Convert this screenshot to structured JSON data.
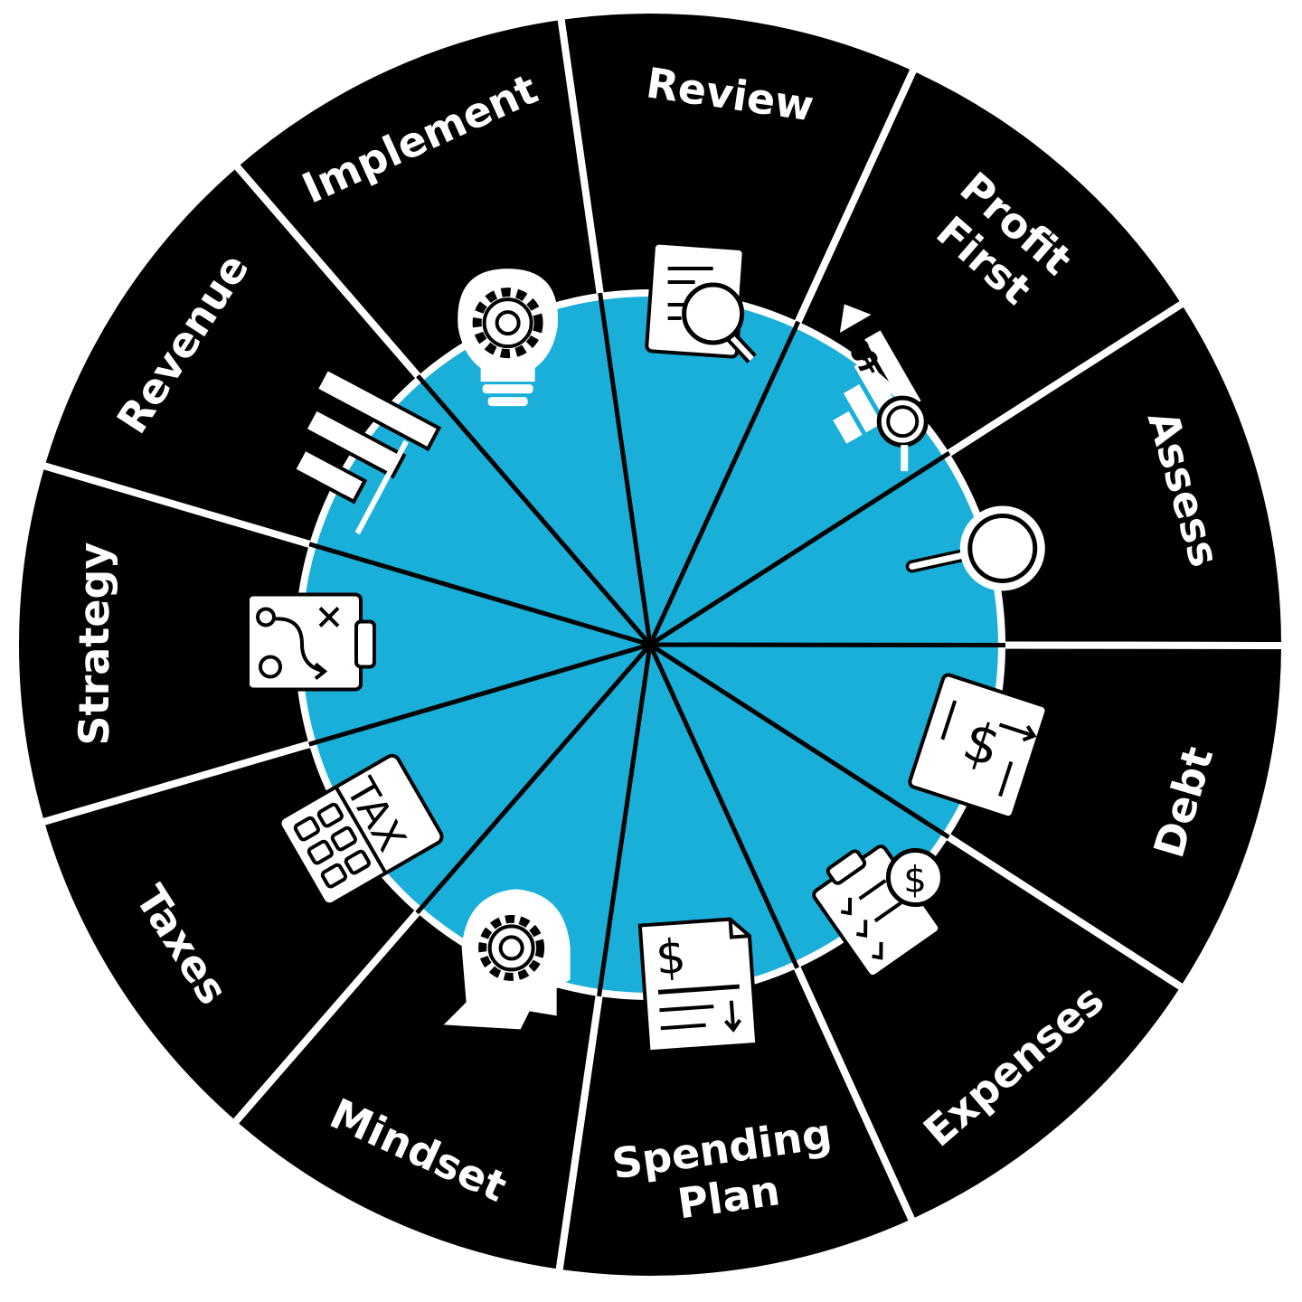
{
  "diagram": {
    "title": "Financial wheel",
    "colors": {
      "segment": "#000000",
      "separator": "#ffffff",
      "hub": "#1aafd8",
      "icon": "#ffffff"
    },
    "segments": [
      {
        "id": "review",
        "label": [
          "Review"
        ],
        "icon": "document-magnifier-icon"
      },
      {
        "id": "profit-first",
        "label": [
          "Profit",
          "First"
        ],
        "icon": "growth-chart-magnifier-icon"
      },
      {
        "id": "assess",
        "label": [
          "Assess"
        ],
        "icon": "magnifier-icon"
      },
      {
        "id": "debt",
        "label": [
          "Debt"
        ],
        "icon": "dollar-document-icon"
      },
      {
        "id": "expenses",
        "label": [
          "Expenses"
        ],
        "icon": "clipboard-dollar-icon"
      },
      {
        "id": "spending-plan",
        "label": [
          "Spending",
          "Plan"
        ],
        "icon": "invoice-dollar-icon"
      },
      {
        "id": "mindset",
        "label": [
          "Mindset"
        ],
        "icon": "head-gear-icon"
      },
      {
        "id": "taxes",
        "label": [
          "Taxes"
        ],
        "icon": "tax-calculator-icon",
        "icon_text": "TAX"
      },
      {
        "id": "strategy",
        "label": [
          "Strategy"
        ],
        "icon": "strategy-clipboard-icon"
      },
      {
        "id": "revenue",
        "label": [
          "Revenue"
        ],
        "icon": "bar-chart-icon"
      },
      {
        "id": "implement",
        "label": [
          "Implement"
        ],
        "icon": "lightbulb-gear-icon"
      }
    ]
  }
}
